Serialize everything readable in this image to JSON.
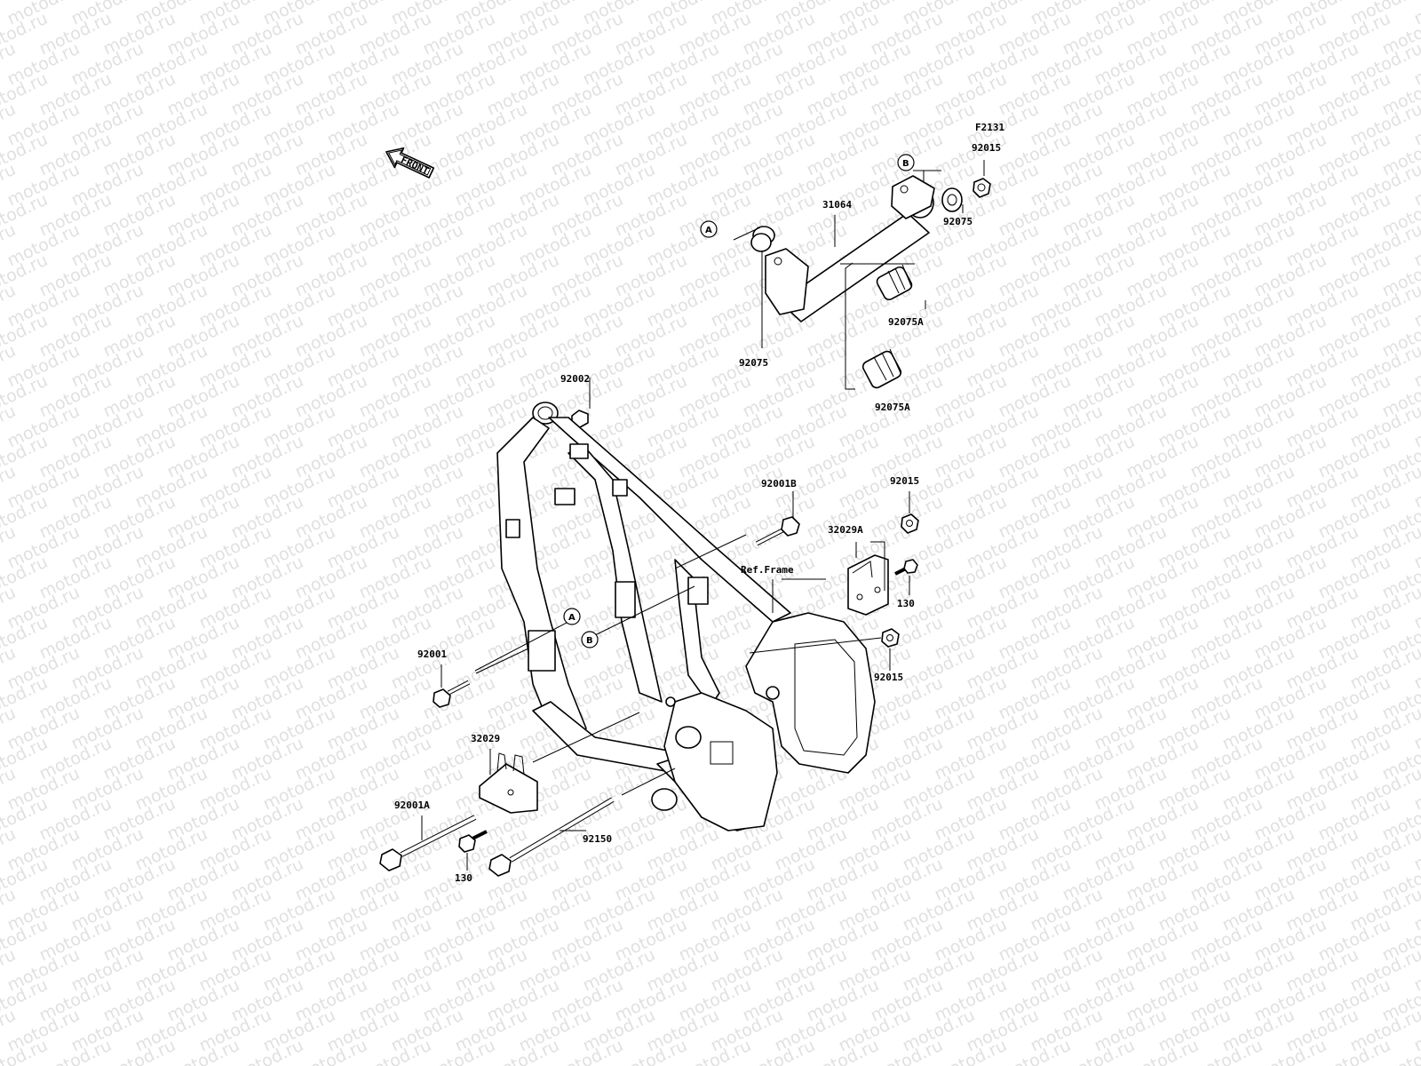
{
  "watermark": {
    "text": "motod.ru"
  },
  "front_arrow": {
    "label": "FRONT"
  },
  "figure_code": "F2131",
  "reference_note": "Ref.Frame",
  "ref_markers": {
    "a": "A",
    "b": "B"
  },
  "part_labels": {
    "p92015_top": "92015",
    "p31064": "31064",
    "p92075_right": "92075",
    "p92075_left": "92075",
    "p92075A_upper": "92075A",
    "p92075A_lower": "92075A",
    "p92002": "92002",
    "p92001B": "92001B",
    "p92015_mid": "92015",
    "p32029A": "32029A",
    "p130_right": "130",
    "p92015_low": "92015",
    "p92001": "92001",
    "p32029": "32029",
    "p92001A": "92001A",
    "p130_left": "130",
    "p92150": "92150"
  }
}
